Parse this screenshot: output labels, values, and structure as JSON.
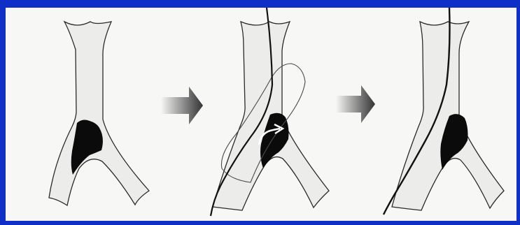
{
  "figure": {
    "panels": [
      {
        "id": "panel-1",
        "content": "vessel-bifurcation-with-plaque"
      },
      {
        "id": "panel-2",
        "content": "vessel-with-guidewire-balloon-and-arrow"
      },
      {
        "id": "panel-3",
        "content": "vessel-with-guidewire-after"
      }
    ],
    "connectors": [
      {
        "id": "arrow-1",
        "direction": "right"
      },
      {
        "id": "arrow-2",
        "direction": "right"
      }
    ]
  },
  "colors": {
    "border": "#0f2fc6",
    "background": "#f7f7f5",
    "vessel_fill": "#ececea",
    "vessel_outline": "#2a2a2a",
    "plaque": "#0b0b0b",
    "arrow_dark": "#333333"
  }
}
